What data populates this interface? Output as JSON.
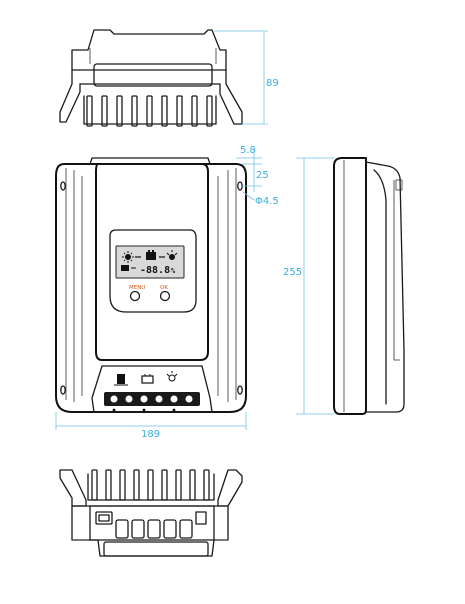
{
  "dimensions": {
    "top_height": "89",
    "mount_offset": "5.8",
    "mount_spacing": "25",
    "hole_diameter": "Φ4.5",
    "height": "255",
    "width": "189"
  },
  "buttons": {
    "menu": "MENU",
    "ok": "OK"
  },
  "lcd": {
    "readout": "-88.8"
  },
  "colors": {
    "dimension_line": "#6cc3ea",
    "dimension_text": "#3aaee0",
    "outline": "#1a1a1a",
    "lcd_screen": "#d9d9d9",
    "button_label": "#d05a1a"
  },
  "icons": [
    "sun-icon",
    "battery-icon",
    "bulb-icon",
    "panel-icon"
  ]
}
